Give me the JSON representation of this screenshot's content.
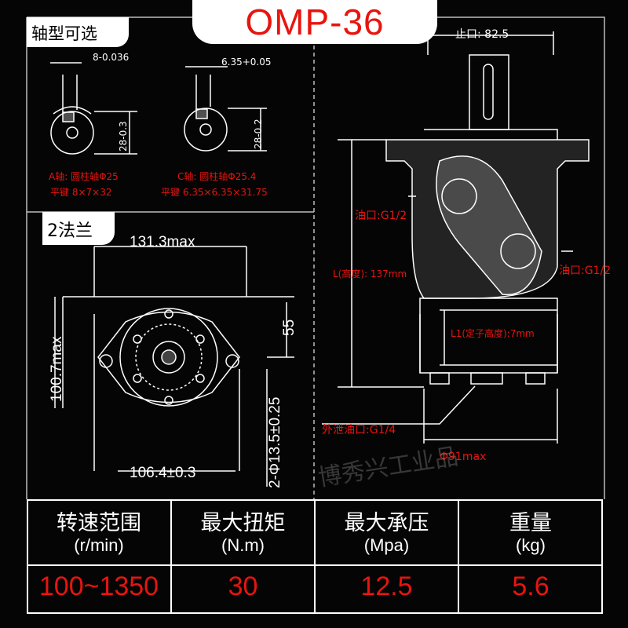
{
  "title": "OMP-36",
  "shaft": {
    "heading": "轴型可选",
    "a_tol": "8-0.036",
    "a_dim": "28-0.3",
    "c_tol": "6.35+0.05",
    "c_dim": "28-0.2",
    "a_line1": "A轴: 圆柱轴Φ25",
    "a_line2": "平键 8×7×32",
    "c_line1": "C轴: 圆柱轴Φ25.4",
    "c_line2": "平键 6.35×6.35×31.75"
  },
  "flange": {
    "heading": "2法兰",
    "width": "131.3max",
    "height": "100.7max",
    "offset": "55",
    "bolt_spacing": "106.4±0.3",
    "holes": "2-Φ13.5±0.25"
  },
  "motor": {
    "stop": "止口: 82.5",
    "oil_left": "油口:G1/2",
    "oil_right": "油口:G1/2",
    "height_l": "L(高度): 137mm",
    "height_l1": "L1(定子高度):7mm",
    "drain": "外泄油口:G1/4",
    "diameter": "Φ91max"
  },
  "watermark": "博秀兴工业品",
  "specs": [
    {
      "label": "转速范围",
      "unit": "(r/min)",
      "value": "100~1350"
    },
    {
      "label": "最大扭矩",
      "unit": "(N.m)",
      "value": "30"
    },
    {
      "label": "最大承压",
      "unit": "(Mpa)",
      "value": "12.5"
    },
    {
      "label": "重量",
      "unit": "(kg)",
      "value": "5.6"
    }
  ],
  "colors": {
    "accent": "#e8140f",
    "background": "#050505",
    "line": "#ffffff"
  }
}
